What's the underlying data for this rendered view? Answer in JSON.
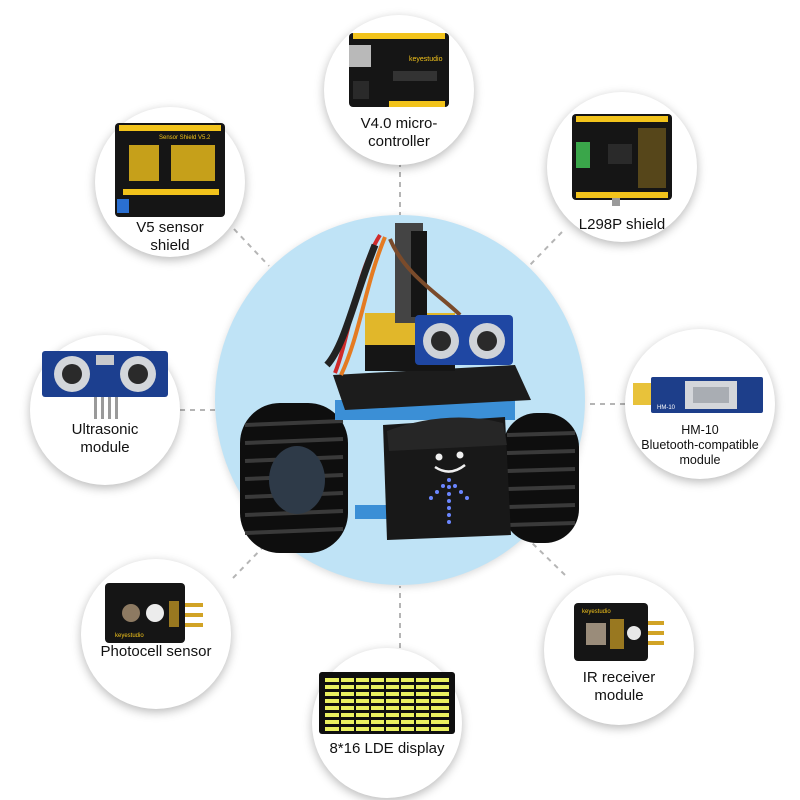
{
  "colors": {
    "center_circle": "#bfe3f6",
    "board_black": "#151515",
    "header_yellow": "#f2c31b",
    "ultrasonic_blue": "#1c3f8f",
    "led_yellow": "#e9f060",
    "connector_gray": "#b5b5b5"
  },
  "center": {
    "icon": "tank-robot-icon"
  },
  "modules": [
    {
      "id": "controller",
      "icon": "microcontroller-board-icon",
      "lines": [
        "V4.0 micro-",
        "controller"
      ]
    },
    {
      "id": "l298p",
      "icon": "motor-driver-shield-icon",
      "lines": [
        "L298P shield"
      ]
    },
    {
      "id": "bluetooth",
      "icon": "bluetooth-module-icon",
      "lines": [
        "HM-10",
        "Bluetooth-compatible",
        "module"
      ]
    },
    {
      "id": "ir",
      "icon": "ir-receiver-icon",
      "lines": [
        "IR receiver",
        "module"
      ]
    },
    {
      "id": "display",
      "icon": "led-matrix-icon",
      "lines": [
        "8*16 LDE display"
      ]
    },
    {
      "id": "photocell",
      "icon": "photocell-sensor-icon",
      "lines": [
        "Photocell sensor"
      ]
    },
    {
      "id": "ultrasonic",
      "icon": "ultrasonic-sensor-icon",
      "lines": [
        "Ultrasonic",
        "module"
      ]
    },
    {
      "id": "sensor-shield",
      "icon": "sensor-shield-icon",
      "lines": [
        "V5 sensor",
        "shield"
      ]
    }
  ]
}
